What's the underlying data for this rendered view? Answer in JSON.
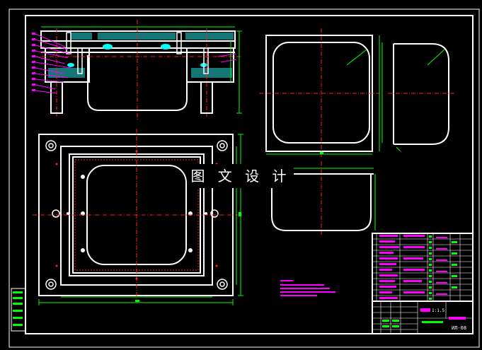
{
  "watermark": {
    "text": "图 文 设 计"
  },
  "title_block": {
    "scale": "1:1.5",
    "sheet": "ИЛ-08"
  },
  "colors": {
    "background": "#000000",
    "outline": "#ffffff",
    "centerline": "#ff2020",
    "dimension": "#00ff00",
    "annotation": "#ff00ff",
    "leader": "#00ffff"
  }
}
